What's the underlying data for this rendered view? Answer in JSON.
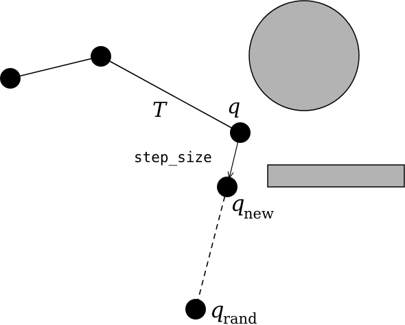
{
  "colors": {
    "background": "#ffffff",
    "ink": "#000000",
    "obstacle_fill": "#b3b3b3"
  },
  "labels": {
    "tree": "T",
    "q": "q",
    "q_new_main": "q",
    "q_new_sub": "new",
    "q_rand_main": "q",
    "q_rand_sub": "rand",
    "step_size": "step_size"
  }
}
